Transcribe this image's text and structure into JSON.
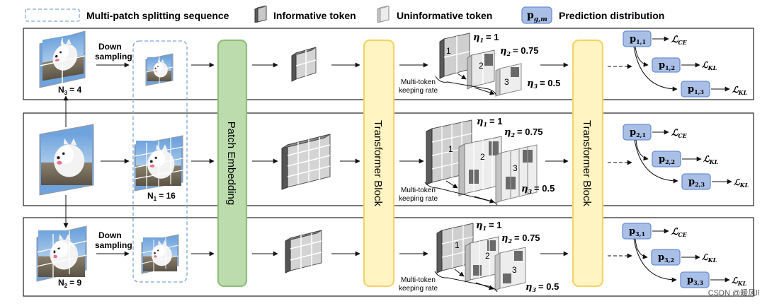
{
  "legend": {
    "multi_patch": "Multi-patch splitting sequence",
    "informative": "Informative token",
    "uninformative": "Uninformative token",
    "prediction_symbol": "p",
    "prediction_sub": "g,m",
    "prediction": "Prediction distribution"
  },
  "blocks": {
    "patch_embedding": "Patch Embedding",
    "transformer_1": "Transformer Block",
    "transformer_2": "Transformer Block"
  },
  "rows": [
    {
      "n_label": "N",
      "n_sub": "3",
      "n_value": "= 4",
      "downsample": [
        "Down",
        "sampling"
      ],
      "etas": [
        {
          "sym": "η",
          "sub": "1",
          "val": "= 1"
        },
        {
          "sym": "η",
          "sub": "2",
          "val": "= 0.75"
        },
        {
          "sym": "η",
          "sub": "3",
          "val": "= 0.5"
        }
      ],
      "stages": [
        "1",
        "2",
        "3"
      ],
      "keeping": [
        "Multi-token",
        "keeping rate"
      ],
      "preds": [
        {
          "p": "p",
          "sub": "1,1",
          "loss": "CE"
        },
        {
          "p": "p",
          "sub": "1,2",
          "loss": "KL"
        },
        {
          "p": "p",
          "sub": "1,3",
          "loss": "KL"
        }
      ]
    },
    {
      "n_label": "N",
      "n_sub": "1",
      "n_value": "= 16",
      "downsample": [
        "",
        ""
      ],
      "etas": [
        {
          "sym": "η",
          "sub": "1",
          "val": "= 1"
        },
        {
          "sym": "η",
          "sub": "2",
          "val": "= 0.75"
        },
        {
          "sym": "η",
          "sub": "3",
          "val": "= 0.5"
        }
      ],
      "stages": [
        "1",
        "2",
        "3"
      ],
      "keeping": [
        "Multi-token",
        "keeping rate"
      ],
      "preds": [
        {
          "p": "p",
          "sub": "2,1",
          "loss": "CE"
        },
        {
          "p": "p",
          "sub": "2,2",
          "loss": "KL"
        },
        {
          "p": "p",
          "sub": "2,3",
          "loss": "KL"
        }
      ]
    },
    {
      "n_label": "N",
      "n_sub": "2",
      "n_value": "= 9",
      "downsample": [
        "Down",
        "sampling"
      ],
      "etas": [
        {
          "sym": "η",
          "sub": "1",
          "val": "= 1"
        },
        {
          "sym": "η",
          "sub": "2",
          "val": "= 0.75"
        },
        {
          "sym": "η",
          "sub": "3",
          "val": "= 0.5"
        }
      ],
      "stages": [
        "1",
        "2",
        "3"
      ],
      "keeping": [
        "Multi-token",
        "keeping rate"
      ],
      "preds": [
        {
          "p": "p",
          "sub": "3,1",
          "loss": "CE"
        },
        {
          "p": "p",
          "sub": "3,2",
          "loss": "KL"
        },
        {
          "p": "p",
          "sub": "3,3",
          "loss": "KL"
        }
      ]
    }
  ],
  "loss_symbol": "ℒ",
  "watermark": "CSDN @暖风ll",
  "colors": {
    "embed_fill": "#bcdcae",
    "embed_stroke": "#8fc07a",
    "tblock_fill": "#fff4c2",
    "tblock_stroke": "#f3d36b",
    "pred_fill": "#a9bfe6",
    "pred_stroke": "#6d8fcf",
    "dash": "#7fa6d6"
  }
}
